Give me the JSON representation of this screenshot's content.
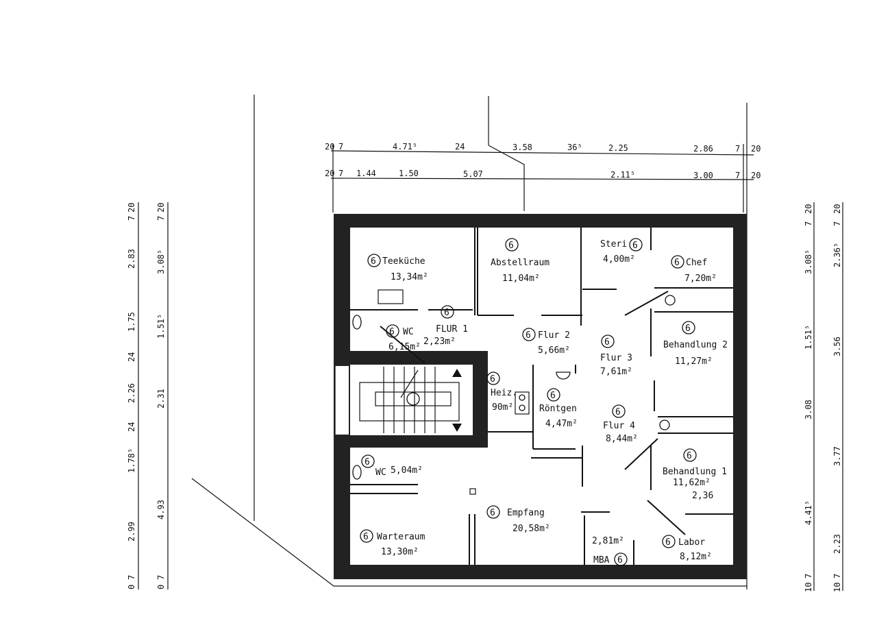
{
  "room_number": "6",
  "rooms": [
    {
      "name": "Teeküche",
      "area": "13,34m²"
    },
    {
      "name": "Abstellraum",
      "area": "11,04m²"
    },
    {
      "name": "Steri",
      "area": "4,00m²"
    },
    {
      "name": "Chef",
      "area": "7,20m²"
    },
    {
      "name": "WC",
      "area": "6,15m²"
    },
    {
      "name": "FLUR 1",
      "area": "2,23m²"
    },
    {
      "name": "Flur 2",
      "area": "5,66m²"
    },
    {
      "name": "Flur 3",
      "area": "7,61m²"
    },
    {
      "name": "Behandlung 2",
      "area": "11,27m²"
    },
    {
      "name": "Heiz.",
      "area": "90m²"
    },
    {
      "name": "Röntgen",
      "area": "4,47m²"
    },
    {
      "name": "Flur 4",
      "area": "8,44m²"
    },
    {
      "name": "WC",
      "area": "5,04m²"
    },
    {
      "name": "Behandlung 1",
      "area": "11,62m²"
    },
    {
      "name": "Empfang",
      "area": "20,58m²"
    },
    {
      "name": "Warteraum",
      "area": "13,30m²"
    },
    {
      "name": "MBA",
      "area": "2,81m²"
    },
    {
      "name": "Labor",
      "area": "8,12m²"
    }
  ],
  "inner_dim": "2,36",
  "dims_top_1": [
    "20",
    "7",
    "4.71⁵",
    "24",
    "3.58",
    "36⁵",
    "2.25",
    "2.86",
    "7",
    "20"
  ],
  "dims_top_2": [
    "20",
    "7",
    "1.44",
    "1.50",
    "5.07",
    "2.11⁵",
    "3.00",
    "7",
    "20"
  ],
  "dims_left_1": [
    "20",
    "7",
    "2.83",
    "1.75",
    "24",
    "2.26",
    "24",
    "1.78⁵",
    "2.99",
    "7",
    "0"
  ],
  "dims_left_2": [
    "20",
    "7",
    "3.08⁵",
    "1.51⁵",
    "2.31",
    "4.93",
    "7",
    "0"
  ],
  "dims_right_1": [
    "20",
    "7",
    "3.08⁵",
    "1.51⁵",
    "3.08",
    "4.41⁵",
    "7",
    "10"
  ],
  "dims_right_2": [
    "20",
    "7",
    "2.36⁵",
    "3.56",
    "3.77",
    "2.23",
    "7",
    "10"
  ]
}
